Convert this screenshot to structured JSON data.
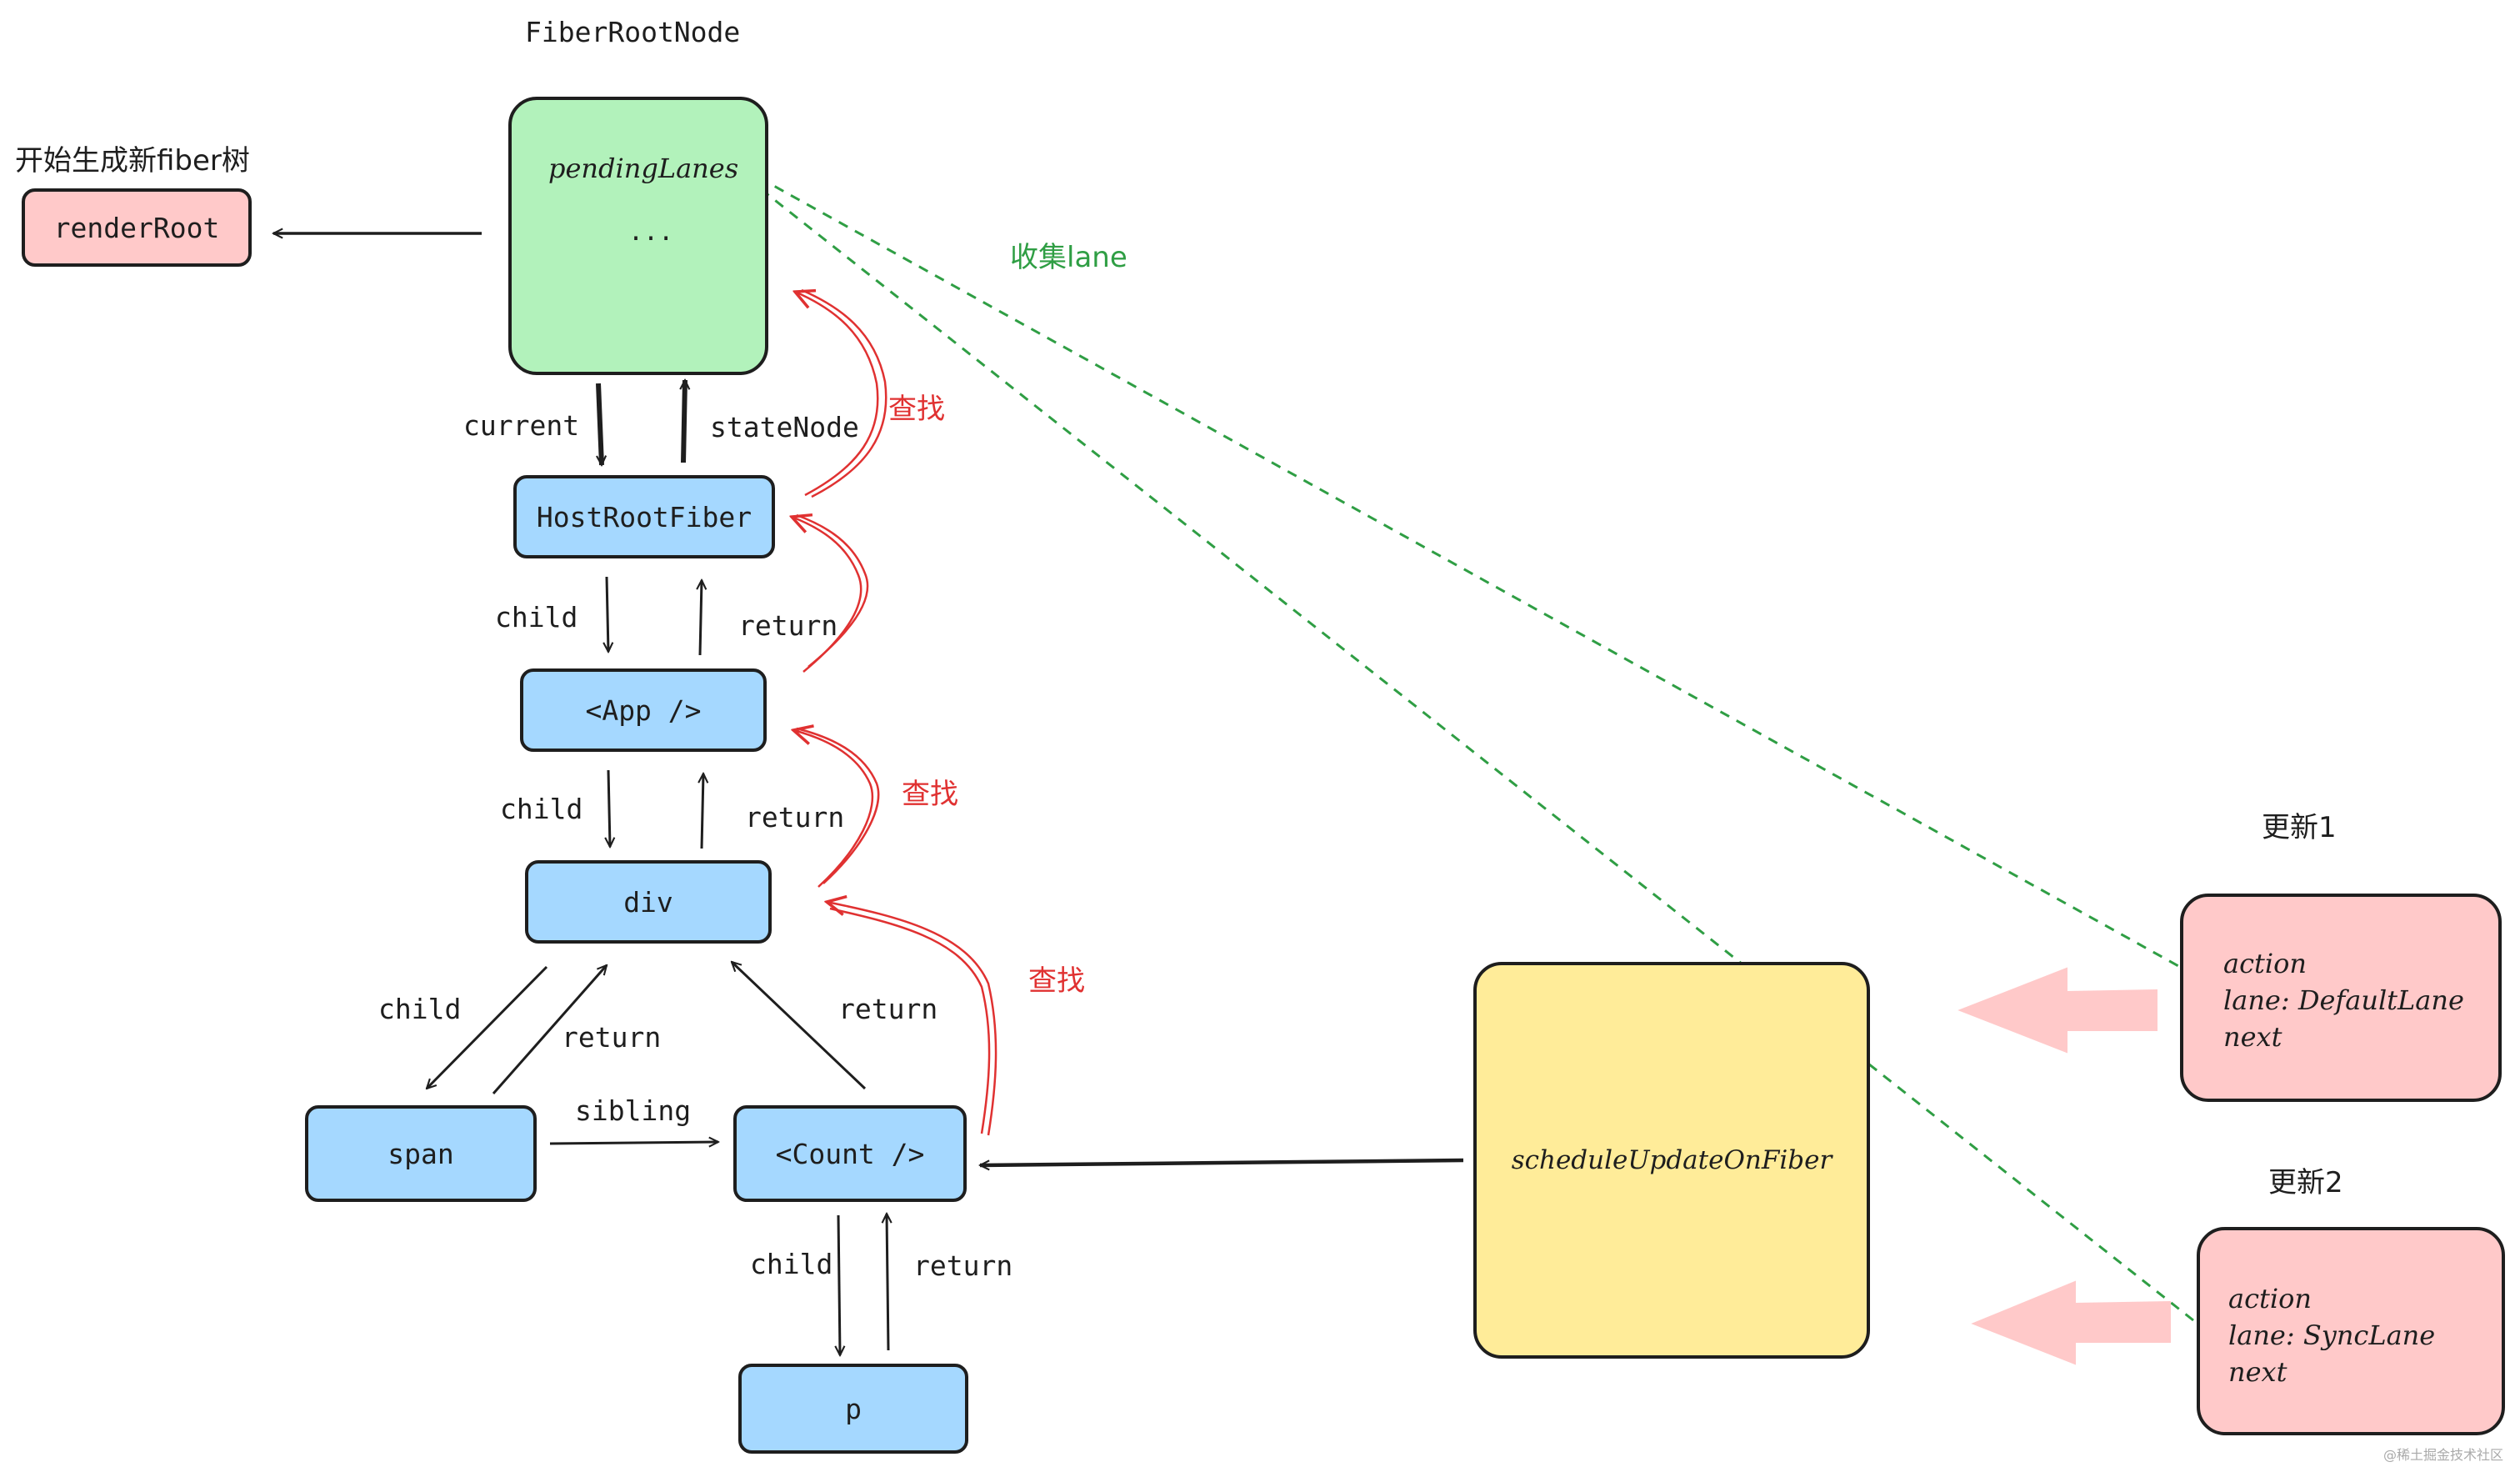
{
  "labels": {
    "fiber_root_node": "FiberRootNode",
    "start_new_tree": "开始生成新fiber树",
    "collect_lane": "收集lane",
    "find_1": "查找",
    "find_2": "查找",
    "find_3": "查找",
    "update_1": "更新1",
    "update_2": "更新2",
    "current": "current",
    "state_node": "stateNode",
    "child_1": "child",
    "return_1": "return",
    "child_2": "child",
    "return_2": "return",
    "child_3": "child",
    "return_3": "return",
    "return_4": "return",
    "sibling": "sibling",
    "child_4": "child",
    "return_5": "return",
    "watermark": "@稀土掘金技术社区"
  },
  "nodes": {
    "render_root": "renderRoot",
    "pending_lanes": "pendingLanes",
    "ellipsis": "...",
    "host_root_fiber": "HostRootFiber",
    "app": "<App />",
    "div": "div",
    "span": "span",
    "count": "<Count />",
    "p": "p",
    "schedule": "scheduleUpdateOnFiber"
  },
  "updates": [
    {
      "action": "action",
      "lane": "lane: DefaultLane",
      "next": "next"
    },
    {
      "action": "action",
      "lane": "lane: SyncLane",
      "next": "next"
    }
  ],
  "colors": {
    "blue_node": "#a5d8ff",
    "pink_node": "#ffc9c9",
    "green_root": "#b2f2bb",
    "yellow_scheduler": "#ffec99",
    "red_arrow": "#e03131",
    "green_dashed": "#2f9e44",
    "pink_arrow": "#ffc9c9",
    "stroke": "#1e1e1e"
  }
}
